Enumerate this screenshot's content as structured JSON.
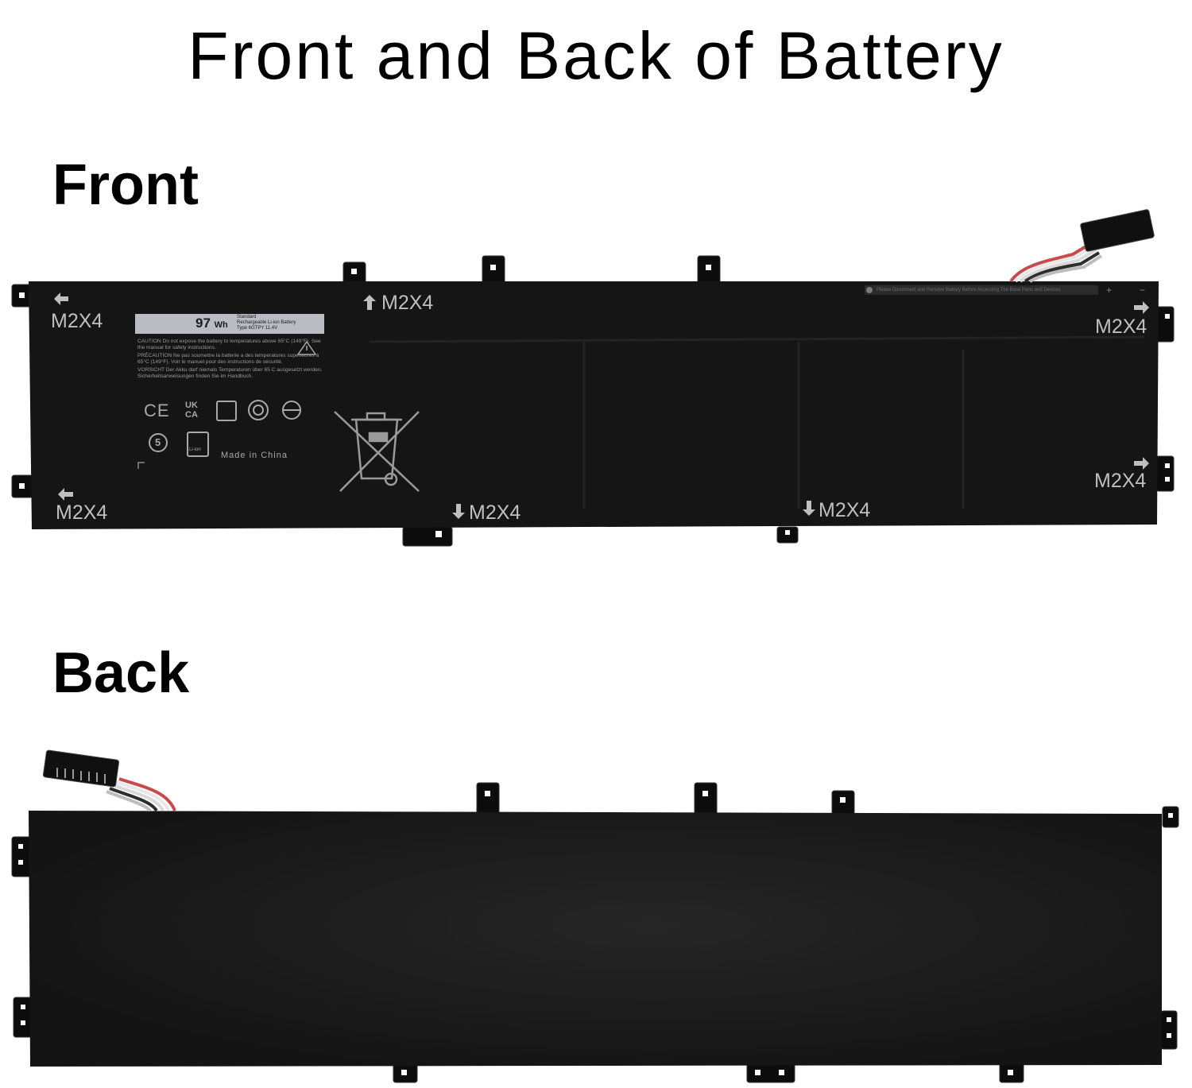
{
  "title": "Front and Back of Battery",
  "sections": {
    "front_label": "Front",
    "back_label": "Back"
  },
  "front": {
    "screw_label": "M2X4",
    "capacity": "97",
    "capacity_unit": "Wh",
    "spec_lines": [
      "Standard",
      "Rechargeable Li-ion Battery",
      "Type 6GTPY 11.4V"
    ],
    "caution": "CAUTION Do not expose the battery to temperatures above 65°C (149°F). See the manual for safety instructions.",
    "precaution": "PRÉCAUTION Ne pas soumettre la batterie a des temperatures superieures à 65°C (149°F). Voir le manuel pour des instructions de sécurité.",
    "vorsicht": "VORSICHT Der Akku darf niemals Temperaturen über 65 C ausgesetzt werden. Sicherheitsanweisungen finden Sie im Handbuch.",
    "cert_ce": "CE",
    "cert_ukca": "UK CA",
    "cert_recycle_code": "Li-ion",
    "cert_number": "5",
    "made_in": "Made in China",
    "strip_note": "Please Disconnect and Remove Battery Before Accessing The Base Parts and Devices"
  },
  "colors": {
    "background": "#ffffff",
    "battery_body": "#141414",
    "label_text": "#bfbfbf",
    "spec_panel": "#b9bcc3"
  }
}
